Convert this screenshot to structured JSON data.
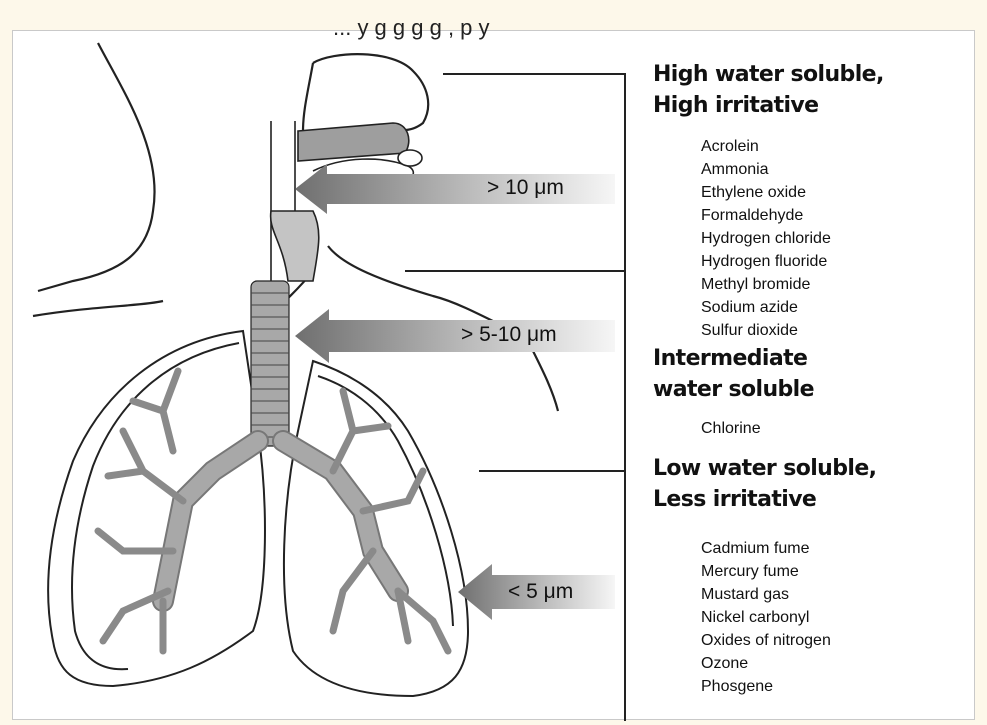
{
  "caption_fragment": "... y g  g    g    g    , p      y",
  "arrows": [
    {
      "label": "> 10 μm"
    },
    {
      "label": "> 5-10 μm"
    },
    {
      "label": "< 5 μm"
    }
  ],
  "groups": [
    {
      "heading": [
        "High water soluble,",
        "High irritative"
      ],
      "items": [
        "Acrolein",
        "Ammonia",
        "Ethylene oxide",
        "Formaldehyde",
        "Hydrogen chloride",
        "Hydrogen fluoride",
        "Methyl bromide",
        "Sodium azide",
        "Sulfur dioxide"
      ]
    },
    {
      "heading": [
        "Intermediate",
        "water soluble"
      ],
      "items": [
        "Chlorine"
      ]
    },
    {
      "heading": [
        "Low water soluble,",
        "Less irritative"
      ],
      "items": [
        "Cadmium fume",
        "Mercury fume",
        "Mustard gas",
        "Nickel carbonyl",
        "Oxides of nitrogen",
        "Ozone",
        "Phosgene"
      ]
    }
  ]
}
